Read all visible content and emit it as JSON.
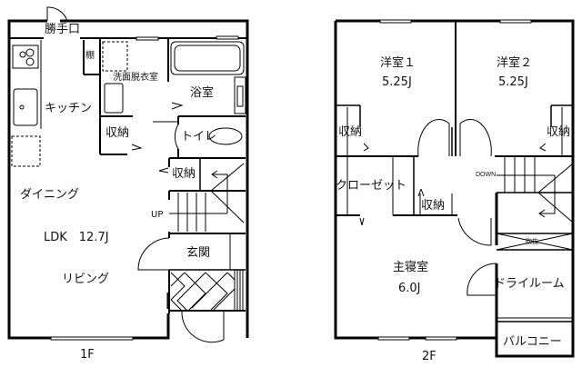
{
  "floor1": {
    "floor_label": "1F",
    "rooms": {
      "back_door": "勝手口",
      "shelf": "棚",
      "washroom": "洗面脱衣室",
      "bathroom": "浴室",
      "kitchen": "キッチン",
      "storage_a": "収納",
      "toilet": "トイレ",
      "storage_b": "収納",
      "dining": "ダイニング",
      "ldk": "LDK　12.7J",
      "living": "リビング",
      "entrance": "玄関",
      "stairs_up": "UP"
    }
  },
  "floor2": {
    "floor_label": "2F",
    "rooms": {
      "western1_name": "洋室１",
      "western1_size": "5.25J",
      "western2_name": "洋室２",
      "western2_size": "5.25J",
      "storage_left": "収納",
      "storage_right": "収納",
      "closet": "クローゼット",
      "storage_mid": "収納",
      "stairs_down": "DOWN",
      "void": "吹抜",
      "master_name": "主寝室",
      "master_size": "6.0J",
      "dry_room": "ドライルーム",
      "balcony": "バルコニー"
    }
  },
  "colors": {
    "wall": "#000000",
    "background": "#ffffff"
  }
}
